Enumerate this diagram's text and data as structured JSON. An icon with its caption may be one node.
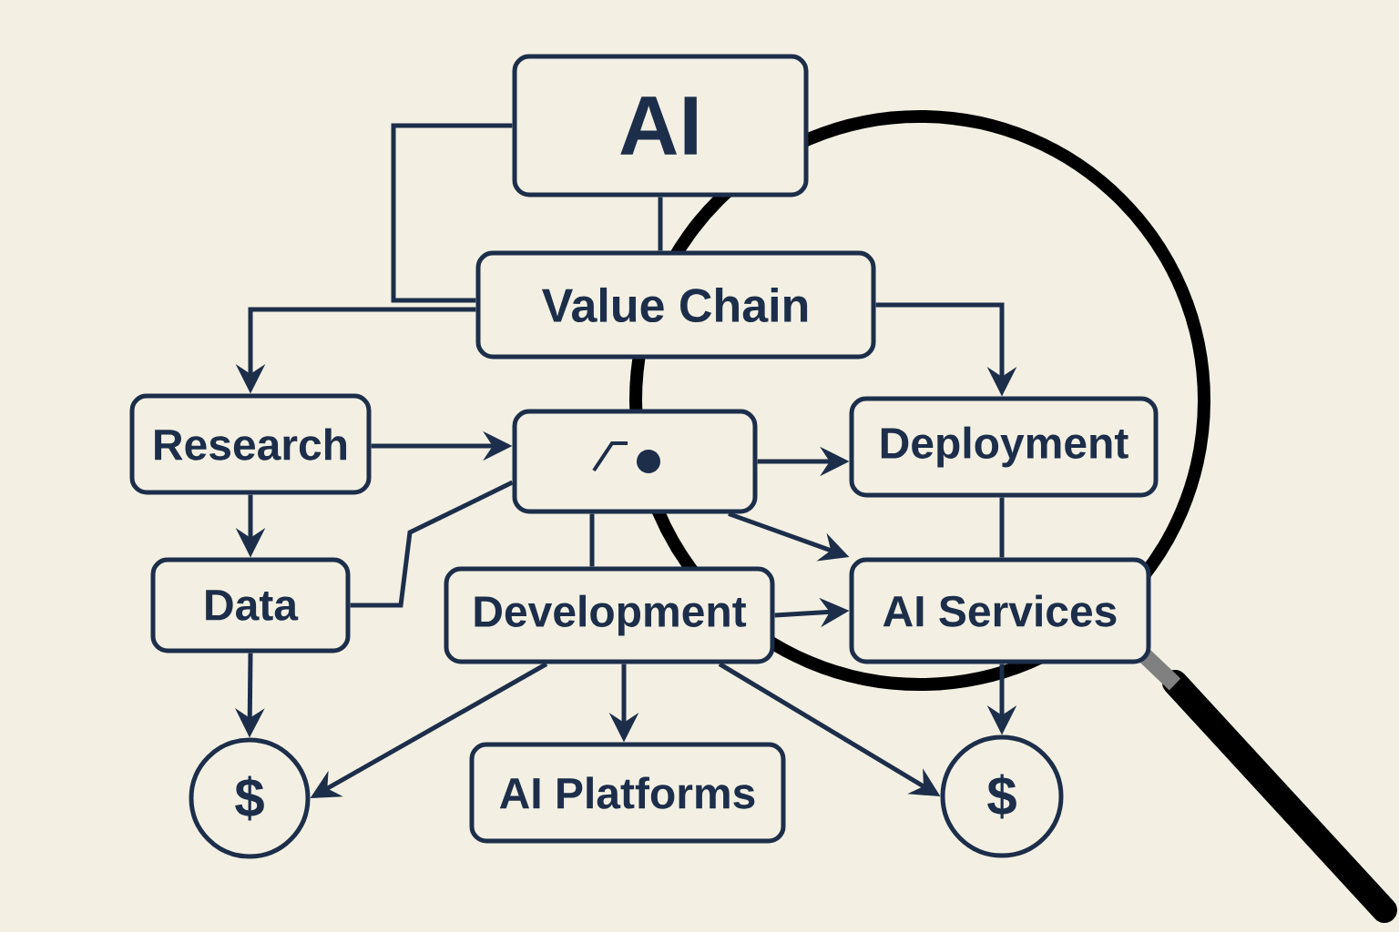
{
  "diagram": {
    "nodes": [
      {
        "text": [
          "AI"
        ]
      },
      {
        "text": [
          "Value Chain"
        ]
      },
      {
        "text": [
          "Research"
        ]
      },
      {
        "text": [],
        "shape": "box"
      },
      {
        "text": [
          "Deployment"
        ]
      },
      {
        "text": [
          "Data"
        ]
      },
      {
        "text": [
          "Development"
        ]
      },
      {
        "text": [
          "AI Services"
        ]
      },
      {
        "text": [
          "$"
        ]
      },
      {
        "text": [
          "AI Platforms"
        ]
      },
      {
        "text": [
          "$"
        ]
      }
    ],
    "edges": [
      {
        "from": 0,
        "to": 1,
        "arrow": "none"
      },
      {
        "from": 0,
        "to": 1,
        "arrow": "none"
      },
      {
        "from": 1,
        "to": 2,
        "arrow": "to"
      },
      {
        "from": 1,
        "to": 4,
        "arrow": "to"
      },
      {
        "from": 2,
        "to": 3,
        "arrow": "to"
      },
      {
        "from": 2,
        "to": 5,
        "arrow": "to"
      },
      {
        "from": 5,
        "to": 3,
        "arrow": "none"
      },
      {
        "from": 3,
        "to": 4,
        "arrow": "to"
      },
      {
        "from": 3,
        "to": 6,
        "arrow": "none"
      },
      {
        "from": 3,
        "to": 7,
        "arrow": "to"
      },
      {
        "from": 6,
        "to": 7,
        "arrow": "to"
      },
      {
        "from": 4,
        "to": 7,
        "arrow": "none"
      },
      {
        "from": 5,
        "to": 8,
        "arrow": "to"
      },
      {
        "from": 6,
        "to": 8,
        "arrow": "to"
      },
      {
        "from": 6,
        "to": 9,
        "arrow": "to"
      },
      {
        "from": 6,
        "to": 10,
        "arrow": "to"
      },
      {
        "from": 7,
        "to": 10,
        "arrow": "to"
      }
    ]
  }
}
